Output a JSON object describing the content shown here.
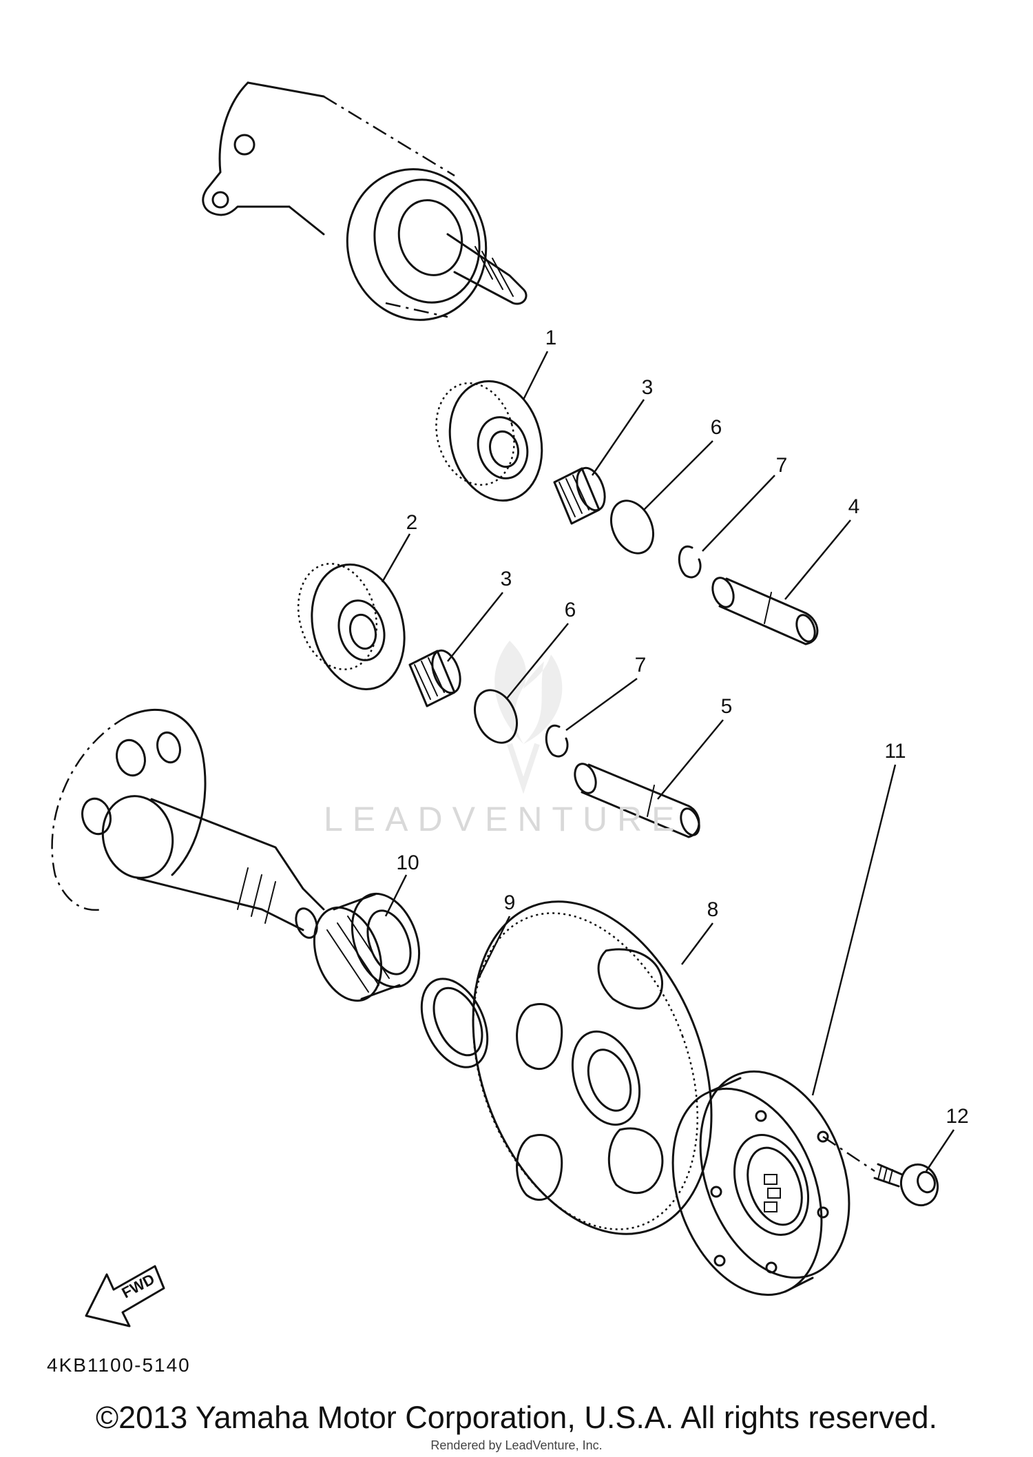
{
  "callouts": {
    "c1": "1",
    "c2": "2",
    "c3a": "3",
    "c3b": "3",
    "c4": "4",
    "c5": "5",
    "c6a": "6",
    "c6b": "6",
    "c7a": "7",
    "c7b": "7",
    "c8": "8",
    "c9": "9",
    "c10": "10",
    "c11": "11",
    "c12": "12"
  },
  "fwd_label": "FWD",
  "diagram_code": "4KB1100-5140",
  "copyright": "©2013 Yamaha Motor Corporation, U.S.A. All rights reserved.",
  "rendered_by": "Rendered by LeadVenture, Inc.",
  "watermark": "LEADVENTURE",
  "colors": {
    "line": "#111111",
    "watermark": "#d9d9d9",
    "background": "#ffffff"
  }
}
